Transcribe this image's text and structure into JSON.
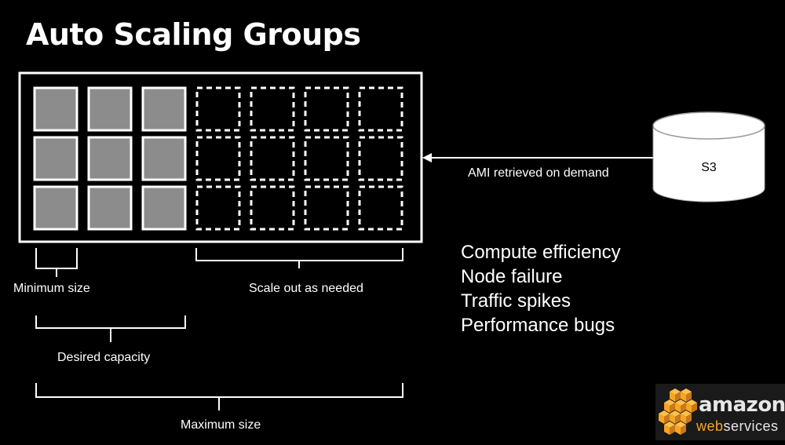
{
  "title": "Auto Scaling Groups",
  "group": {
    "rows": 3,
    "columns": 7,
    "filled_columns": 3,
    "filled_color": "#8c8c8c",
    "outline_color": "#ffffff"
  },
  "storage": {
    "label": "S3",
    "arrow_label": "AMI retrieved on demand"
  },
  "brackets": {
    "minimum": "Minimum size",
    "scale_out": "Scale out as needed",
    "desired": "Desired capacity",
    "maximum": "Maximum size"
  },
  "bullets": [
    "Compute efficiency",
    "Node failure",
    "Traffic spikes",
    "Performance bugs"
  ],
  "logo": {
    "brand": "amazon",
    "tagline_web": "web",
    "tagline_services": "services",
    "brand_color": "#f5a623"
  }
}
